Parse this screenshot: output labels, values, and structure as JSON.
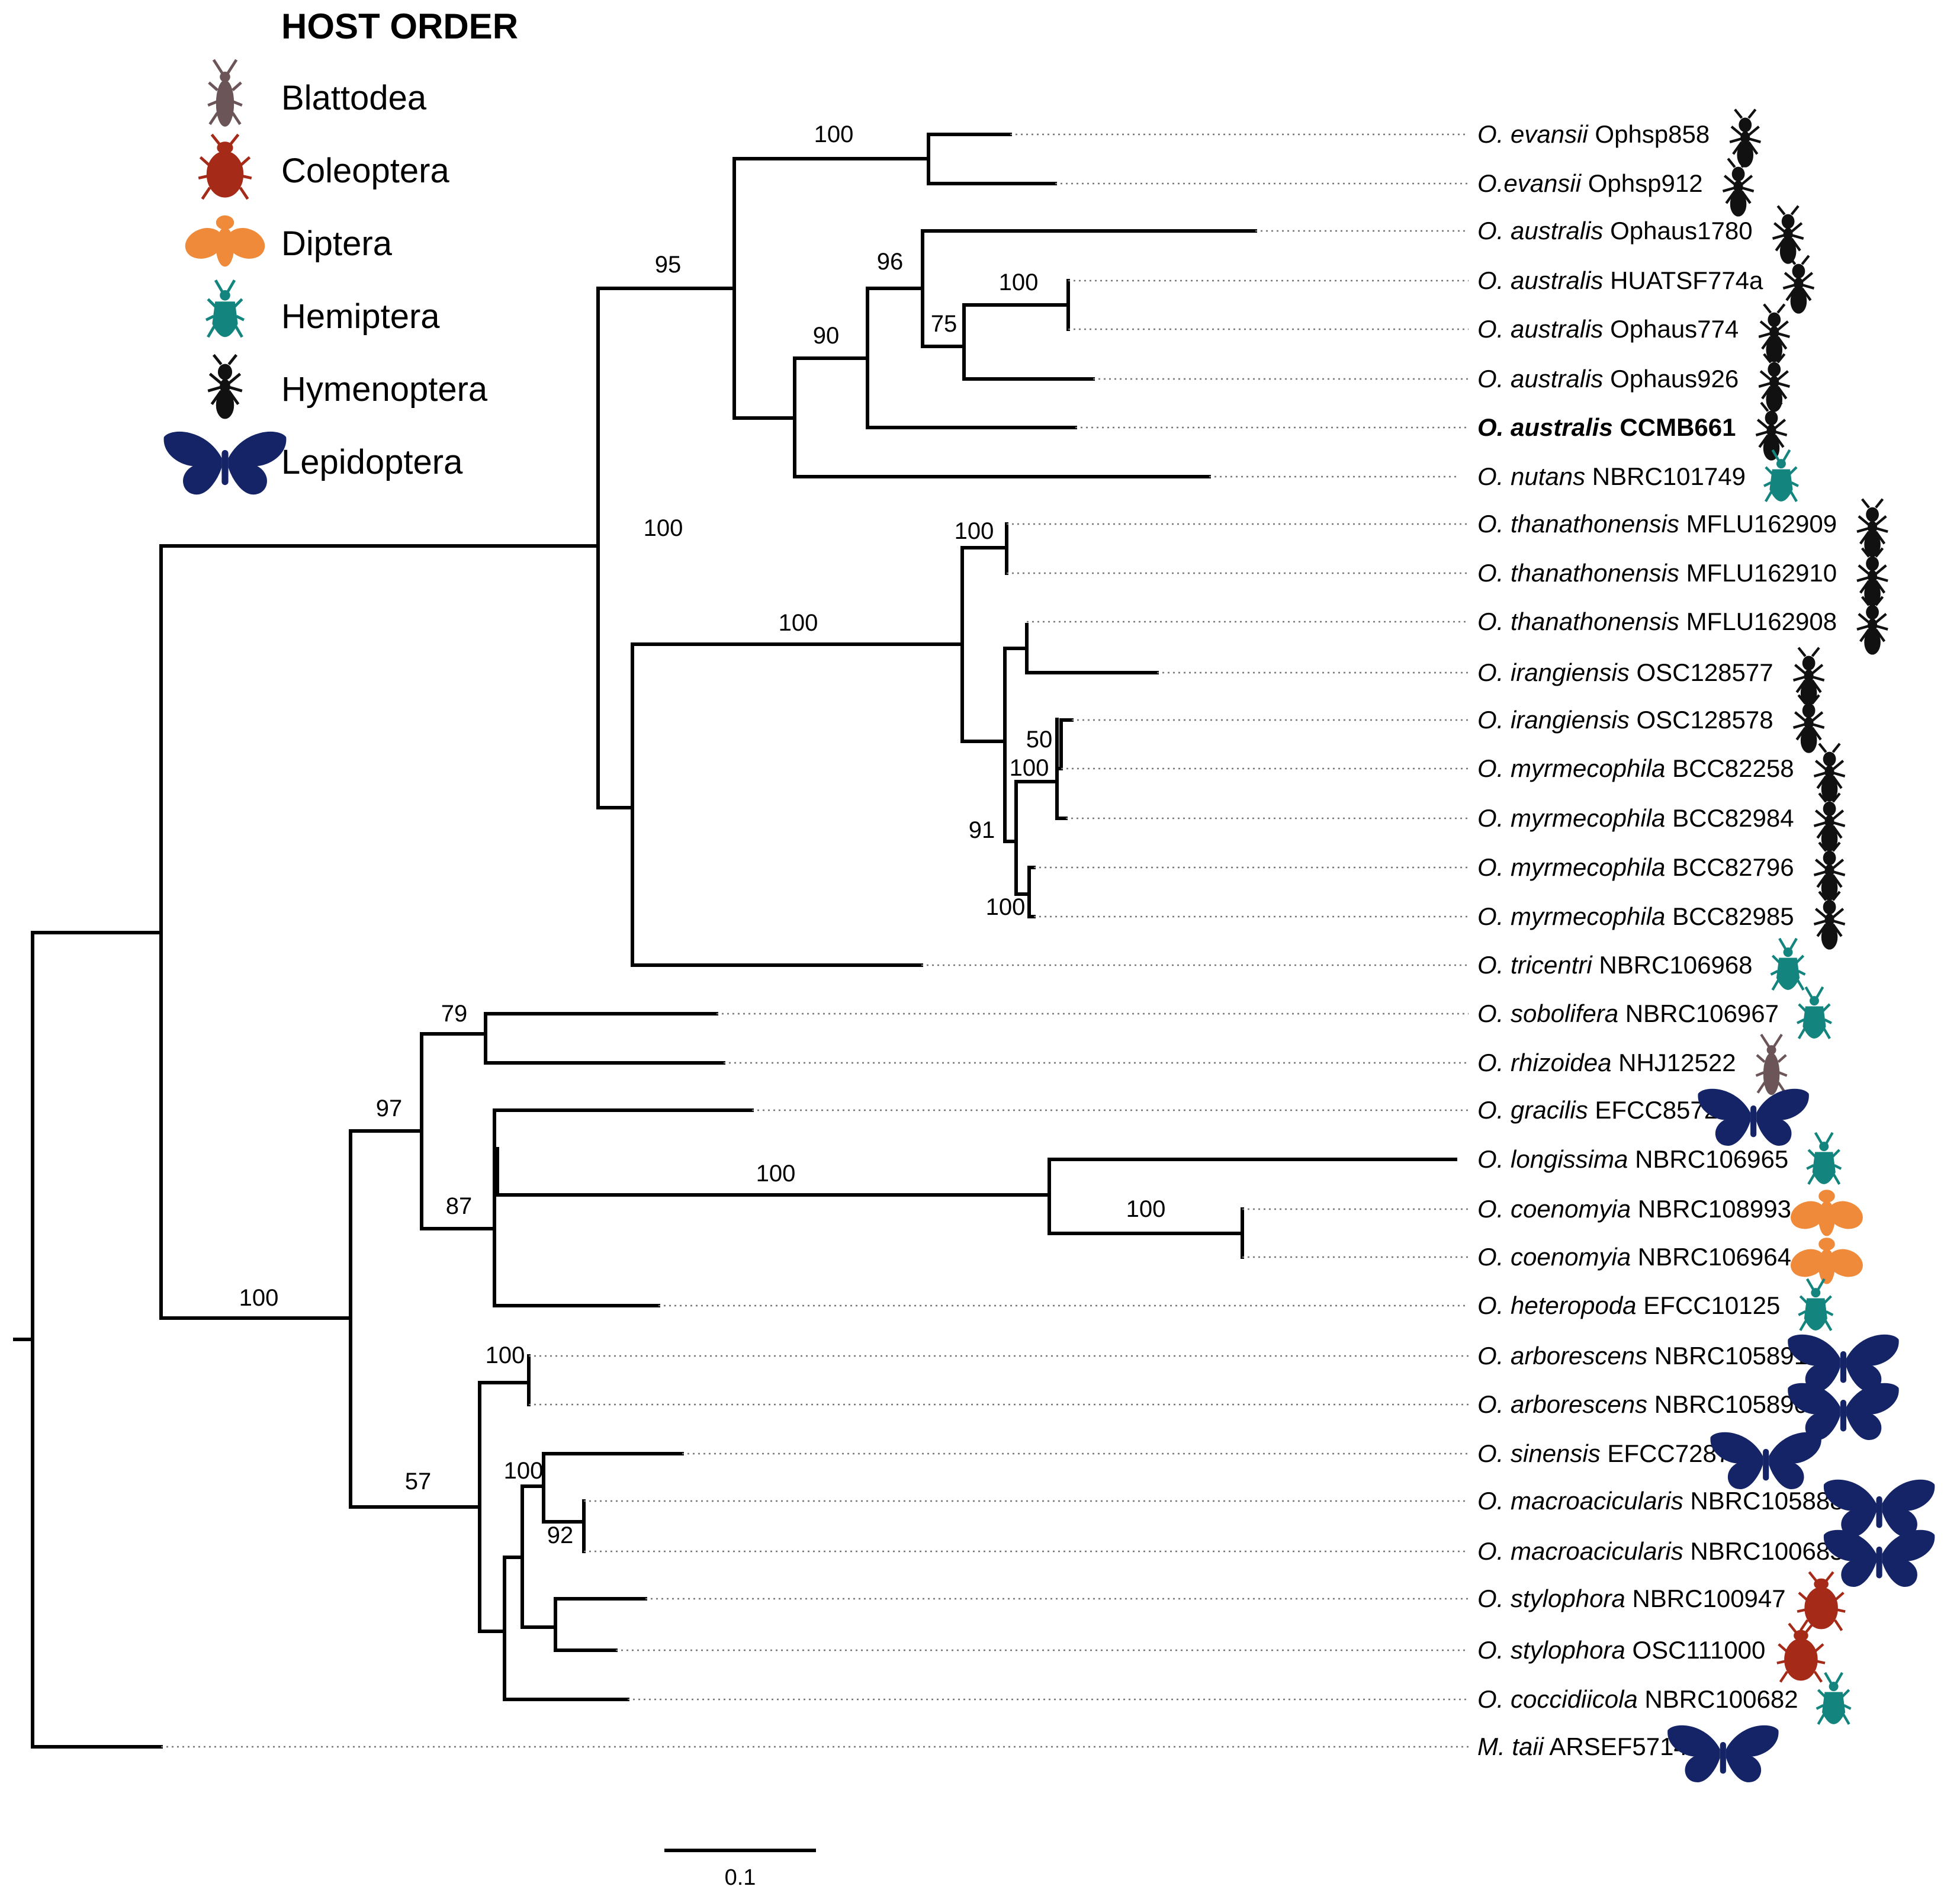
{
  "legend": {
    "title": "HOST ORDER",
    "items": [
      {
        "label": "Blattodea",
        "icon": "blattodea-icon",
        "color": "#6b5558"
      },
      {
        "label": "Coleoptera",
        "icon": "coleoptera-icon",
        "color": "#a52a18"
      },
      {
        "label": "Diptera",
        "icon": "diptera-icon",
        "color": "#ee8a3a"
      },
      {
        "label": "Hemiptera",
        "icon": "hemiptera-icon",
        "color": "#13857e"
      },
      {
        "label": "Hymenoptera",
        "icon": "hymenoptera-icon",
        "color": "#111111"
      },
      {
        "label": "Lepidoptera",
        "icon": "lepidoptera-icon",
        "color": "#152466"
      }
    ]
  },
  "taxa": [
    {
      "genus": "O. evansii",
      "strain": "Ophsp858",
      "host": "Hymenoptera",
      "bold": false
    },
    {
      "genus": "O.evansii",
      "strain": "Ophsp912",
      "host": "Hymenoptera",
      "bold": false
    },
    {
      "genus": "O. australis",
      "strain": "Ophaus1780",
      "host": "Hymenoptera",
      "bold": false
    },
    {
      "genus": "O. australis",
      "strain": "HUATSF774a",
      "host": "Hymenoptera",
      "bold": false
    },
    {
      "genus": "O. australis",
      "strain": "Ophaus774",
      "host": "Hymenoptera",
      "bold": false
    },
    {
      "genus": "O. australis",
      "strain": "Ophaus926",
      "host": "Hymenoptera",
      "bold": false
    },
    {
      "genus": "O. australis",
      "strain": "CCMB661",
      "host": "Hymenoptera",
      "bold": true
    },
    {
      "genus": "O. nutans",
      "strain": "NBRC101749",
      "host": "Hemiptera",
      "bold": false
    },
    {
      "genus": "O. thanathonensis",
      "strain": "MFLU162909",
      "host": "Hymenoptera",
      "bold": false
    },
    {
      "genus": "O. thanathonensis",
      "strain": "MFLU162910",
      "host": "Hymenoptera",
      "bold": false
    },
    {
      "genus": "O. thanathonensis",
      "strain": "MFLU162908",
      "host": "Hymenoptera",
      "bold": false
    },
    {
      "genus": "O. irangiensis",
      "strain": "OSC128577",
      "host": "Hymenoptera",
      "bold": false
    },
    {
      "genus": "O. irangiensis",
      "strain": "OSC128578",
      "host": "Hymenoptera",
      "bold": false
    },
    {
      "genus": "O. myrmecophila",
      "strain": "BCC82258",
      "host": "Hymenoptera",
      "bold": false
    },
    {
      "genus": "O. myrmecophila",
      "strain": "BCC82984",
      "host": "Hymenoptera",
      "bold": false
    },
    {
      "genus": "O. myrmecophila",
      "strain": "BCC82796",
      "host": "Hymenoptera",
      "bold": false
    },
    {
      "genus": "O. myrmecophila",
      "strain": "BCC82985",
      "host": "Hymenoptera",
      "bold": false
    },
    {
      "genus": "O. tricentri",
      "strain": "NBRC106968",
      "host": "Hemiptera",
      "bold": false
    },
    {
      "genus": "O. sobolifera",
      "strain": "NBRC106967",
      "host": "Hemiptera",
      "bold": false
    },
    {
      "genus": "O. rhizoidea",
      "strain": "NHJ12522",
      "host": "Blattodea",
      "bold": false
    },
    {
      "genus": "O. gracilis",
      "strain": "EFCC8572",
      "host": "Lepidoptera",
      "bold": false
    },
    {
      "genus": "O. longissima",
      "strain": "NBRC106965",
      "host": "Hemiptera",
      "bold": false
    },
    {
      "genus": "O. coenomyia",
      "strain": "NBRC108993",
      "host": "Diptera",
      "bold": false
    },
    {
      "genus": "O. coenomyia",
      "strain": "NBRC106964",
      "host": "Diptera",
      "bold": false
    },
    {
      "genus": "O. heteropoda",
      "strain": "EFCC10125",
      "host": "Hemiptera",
      "bold": false
    },
    {
      "genus": "O. arborescens",
      "strain": "NBRC105891",
      "host": "Lepidoptera",
      "bold": false
    },
    {
      "genus": "O. arborescens",
      "strain": "NBRC105890",
      "host": "Lepidoptera",
      "bold": false
    },
    {
      "genus": "O. sinensis",
      "strain": "EFCC7287",
      "host": "Lepidoptera",
      "bold": false
    },
    {
      "genus": "O. macroacicularis",
      "strain": "NBRC105888",
      "host": "Lepidoptera",
      "bold": false
    },
    {
      "genus": "O. macroacicularis",
      "strain": "NBRC100685",
      "host": "Lepidoptera",
      "bold": false
    },
    {
      "genus": "O. stylophora",
      "strain": "NBRC100947",
      "host": "Coleoptera",
      "bold": false
    },
    {
      "genus": "O. stylophora",
      "strain": "OSC111000",
      "host": "Coleoptera",
      "bold": false
    },
    {
      "genus": "O. coccidiicola",
      "strain": "NBRC100682",
      "host": "Hemiptera",
      "bold": false
    },
    {
      "genus": "M. taii",
      "strain": "ARSEF5714",
      "host": "Lepidoptera",
      "bold": false
    }
  ],
  "support_values": [
    "100",
    "95",
    "96",
    "100",
    "75",
    "90",
    "100",
    "100",
    "100",
    "50",
    "100",
    "91",
    "100",
    "79",
    "97",
    "87",
    "100",
    "100",
    "100",
    "100",
    "57",
    "100",
    "92"
  ],
  "scale_bar": {
    "label": "0.1"
  }
}
